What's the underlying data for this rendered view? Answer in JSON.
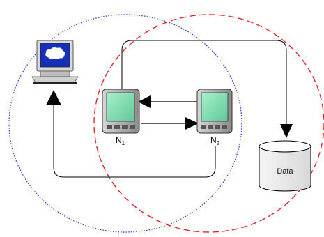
{
  "nodes": {
    "n1": {
      "label": "N",
      "subscript": "1",
      "icon": "pda-device"
    },
    "n2": {
      "label": "N",
      "subscript": "2",
      "icon": "pda-device"
    },
    "computer": {
      "icon": "computer-monitor"
    },
    "data_store": {
      "label": "Data",
      "icon": "database-cylinder"
    }
  },
  "ranges": {
    "n1_range": {
      "stroke_color": "#1a2fd1",
      "style": "dotted"
    },
    "n2_range": {
      "stroke_color": "#e0262b",
      "style": "dashed"
    }
  },
  "colors": {
    "device_screen": "#8be0b4",
    "device_body": "#b9b9b9",
    "monitor_screen": "#1630b8",
    "arrow": "#000000"
  }
}
